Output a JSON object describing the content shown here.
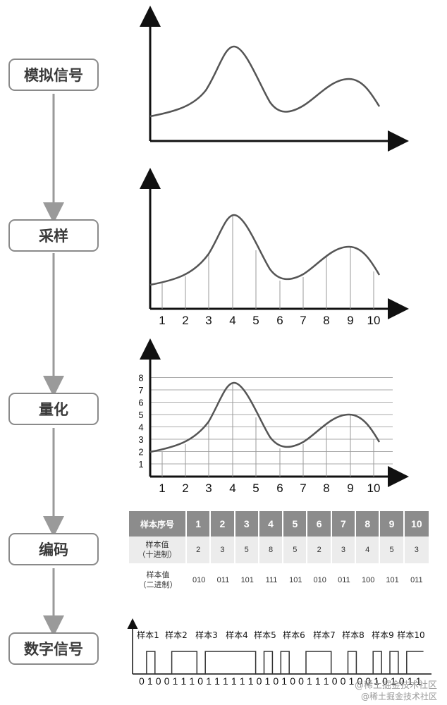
{
  "stages": [
    "模拟信号",
    "采样",
    "量化",
    "编码",
    "数字信号"
  ],
  "sample_ticks": [
    "1",
    "2",
    "3",
    "4",
    "5",
    "6",
    "7",
    "8",
    "9",
    "10"
  ],
  "quant_levels": [
    "1",
    "2",
    "3",
    "4",
    "5",
    "6",
    "7",
    "8"
  ],
  "table": {
    "header_label": "样本序号",
    "header_nums": [
      "1",
      "2",
      "3",
      "4",
      "5",
      "6",
      "7",
      "8",
      "9",
      "10"
    ],
    "decimal_label_1": "样本值",
    "decimal_label_2": "（十进制）",
    "decimal_values": [
      "2",
      "3",
      "5",
      "8",
      "5",
      "2",
      "3",
      "4",
      "5",
      "3"
    ],
    "binary_label_1": "样本值",
    "binary_label_2": "（二进制）",
    "binary_values": [
      "010",
      "011",
      "101",
      "111",
      "101",
      "010",
      "011",
      "100",
      "101",
      "011"
    ]
  },
  "digital": {
    "sample_labels": [
      "样本1",
      "样本2",
      "样本3",
      "样本4",
      "样本5",
      "样本6",
      "样本7",
      "样本8",
      "样本9",
      "样本10"
    ],
    "bits": [
      "0",
      "1",
      "0",
      "0",
      "1",
      "1",
      "1",
      "0",
      "1",
      "1",
      "1",
      "1",
      "1",
      "1",
      "0",
      "1",
      "0",
      "1",
      "0",
      "0",
      "1",
      "1",
      "1",
      "0",
      "0",
      "1",
      "0",
      "0",
      "1",
      "0",
      "1",
      "0",
      "1",
      "1"
    ]
  },
  "watermark_1": "@稀土掘金技术社区",
  "watermark_2": "@稀土掘金技术社区"
}
